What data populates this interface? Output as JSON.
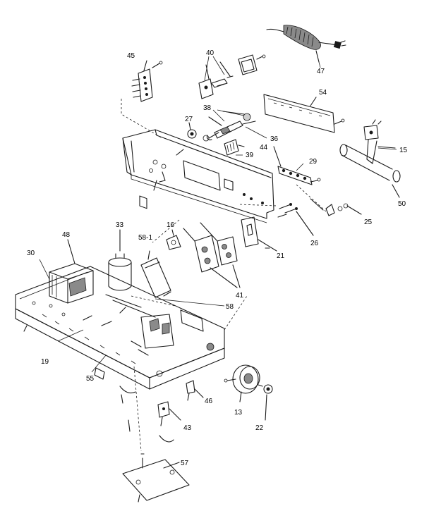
{
  "callouts": [
    {
      "id": "c47",
      "text": "47"
    },
    {
      "id": "c45",
      "text": "45"
    },
    {
      "id": "c40",
      "text": "40"
    },
    {
      "id": "c54",
      "text": "54"
    },
    {
      "id": "c38",
      "text": "38"
    },
    {
      "id": "c27",
      "text": "27"
    },
    {
      "id": "c36",
      "text": "36"
    },
    {
      "id": "c39",
      "text": "39"
    },
    {
      "id": "c44",
      "text": "44"
    },
    {
      "id": "c29",
      "text": "29"
    },
    {
      "id": "c15a",
      "text": "15"
    },
    {
      "id": "c50",
      "text": "50"
    },
    {
      "id": "c25",
      "text": "25"
    },
    {
      "id": "c16",
      "text": "16"
    },
    {
      "id": "c26",
      "text": "26"
    },
    {
      "id": "c33",
      "text": "33"
    },
    {
      "id": "c48",
      "text": "48"
    },
    {
      "id": "c58a",
      "text": "58-1"
    },
    {
      "id": "c30",
      "text": "30"
    },
    {
      "id": "c21",
      "text": "21"
    },
    {
      "id": "c41",
      "text": "41"
    },
    {
      "id": "c58b",
      "text": "58"
    },
    {
      "id": "c19",
      "text": "19"
    },
    {
      "id": "c55",
      "text": "55"
    },
    {
      "id": "c46",
      "text": "46"
    },
    {
      "id": "c13",
      "text": "13"
    },
    {
      "id": "c22",
      "text": "22"
    },
    {
      "id": "c43",
      "text": "43"
    },
    {
      "id": "c57",
      "text": "57"
    }
  ]
}
